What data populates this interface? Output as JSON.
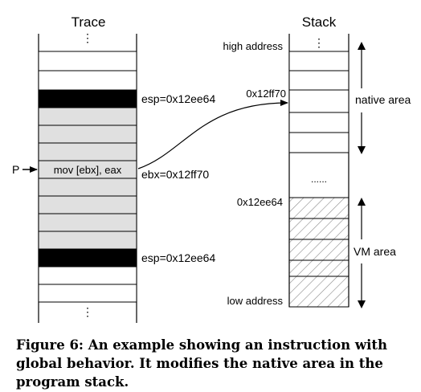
{
  "trace": {
    "title": "Trace",
    "ellipsis_top": "⋮",
    "ellipsis_bottom": "⋮",
    "instruction": "mov [ebx], eax",
    "pointer_label": "P",
    "esp_top": "esp=0x12ee64",
    "ebx": "ebx=0x12ff70",
    "esp_bottom": "esp=0x12ee64"
  },
  "stack": {
    "title": "Stack",
    "high_address": "high address",
    "ellipsis_top": "⋮",
    "addr_native": "0x12ff70",
    "native_area": "native area",
    "gap_dots": "......",
    "addr_vm": "0x12ee64",
    "vm_area": "VM area",
    "low_address": "low address"
  },
  "caption": "Figure 6: An example showing an instruction with global behavior. It modifies the native area in the program stack.",
  "colors": {
    "black_block": "#000000",
    "gray_block": "#e0e0e0",
    "hatch": "#888888",
    "line": "#000000"
  }
}
